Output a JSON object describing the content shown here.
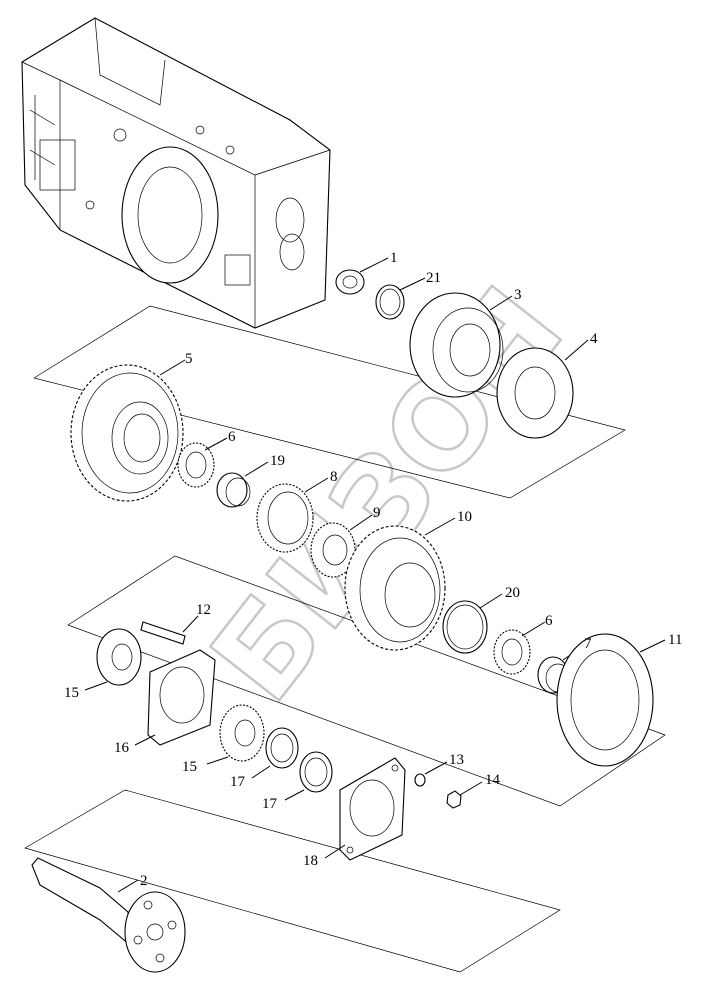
{
  "watermark": "БИЗОН",
  "parts": [
    {
      "id": "p1",
      "label": "1"
    },
    {
      "id": "p2",
      "label": "2"
    },
    {
      "id": "p3",
      "label": "3"
    },
    {
      "id": "p4",
      "label": "4"
    },
    {
      "id": "p5",
      "label": "5"
    },
    {
      "id": "p6a",
      "label": "6"
    },
    {
      "id": "p6b",
      "label": "6"
    },
    {
      "id": "p7",
      "label": "7"
    },
    {
      "id": "p8",
      "label": "8"
    },
    {
      "id": "p9",
      "label": "9"
    },
    {
      "id": "p10",
      "label": "10"
    },
    {
      "id": "p11",
      "label": "11"
    },
    {
      "id": "p12",
      "label": "12"
    },
    {
      "id": "p13",
      "label": "13"
    },
    {
      "id": "p14",
      "label": "14"
    },
    {
      "id": "p15a",
      "label": "15"
    },
    {
      "id": "p15b",
      "label": "15"
    },
    {
      "id": "p16",
      "label": "16"
    },
    {
      "id": "p17a",
      "label": "17"
    },
    {
      "id": "p17b",
      "label": "17"
    },
    {
      "id": "p18",
      "label": "18"
    },
    {
      "id": "p19",
      "label": "19"
    },
    {
      "id": "p20",
      "label": "20"
    },
    {
      "id": "p21",
      "label": "21"
    }
  ]
}
